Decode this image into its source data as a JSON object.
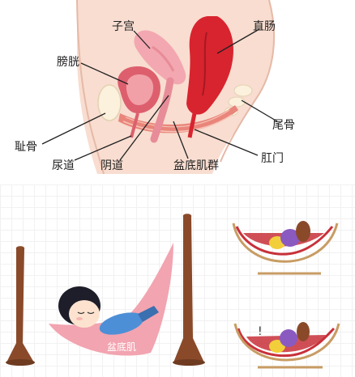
{
  "anatomy": {
    "labels": {
      "uterus": "子宫",
      "rectum": "直肠",
      "bladder": "膀胱",
      "coccyx": "尾骨",
      "pubis": "耻骨",
      "urethra": "尿道",
      "vagina": "阴道",
      "pelvic_floor_muscles": "盆底肌群",
      "anus": "肛门"
    },
    "colors": {
      "skin": "#f8ddd0",
      "uterus": "#f3a7b1",
      "rectum": "#d8242f",
      "bladder": "#dd5f6e",
      "muscle": "#e9857a",
      "bone": "#fbf1dc"
    }
  },
  "hammock_illustration": {
    "hammock_label": "盆底肌",
    "icons": [
      "wooden-post-icon",
      "sleeping-child-icon",
      "healthy-hammock-icon",
      "sagging-hammock-icon"
    ],
    "colors": {
      "post": "#8a4a2a",
      "hammock": "#f2a4b0",
      "mini_hammock": "#c8303a"
    }
  }
}
